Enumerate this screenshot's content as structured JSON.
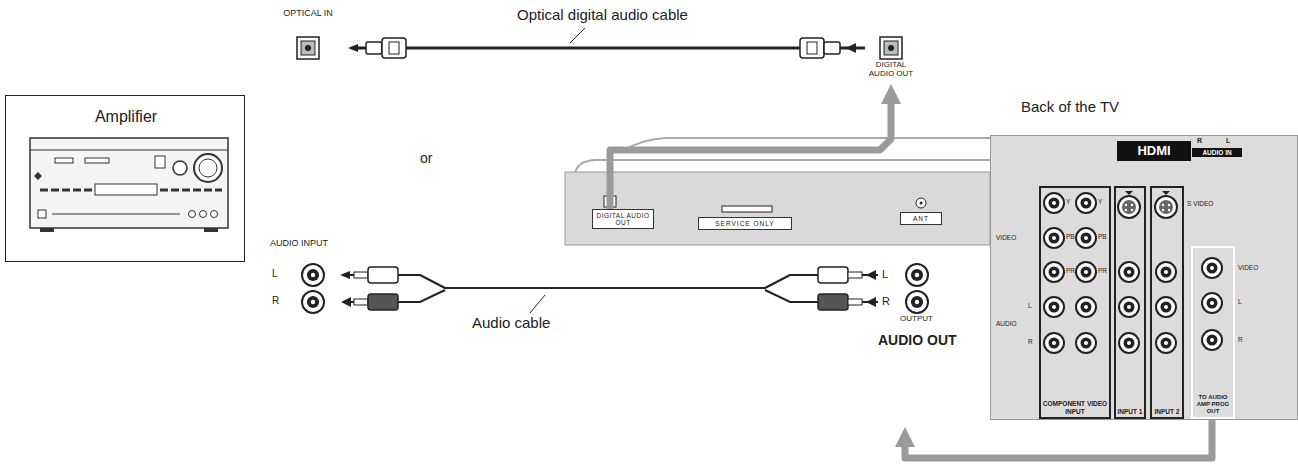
{
  "diagram": {
    "nodes": [
      {
        "text": [
          "Amplifier"
        ]
      },
      {
        "text": [
          "OPTICAL IN"
        ]
      },
      {
        "text": [
          "DIGITAL AUDIO OUT"
        ]
      },
      {
        "text": [
          "AUDIO INPUT",
          "L",
          "R"
        ]
      },
      {
        "text": [
          "L",
          "R",
          "OUTPUT",
          "AUDIO OUT"
        ]
      },
      {
        "text": [
          "Back of the TV"
        ]
      },
      {
        "text": [
          "HDMI"
        ],
        "in": 5
      },
      {
        "text": [
          "COMPONENT VIDEO INPUT"
        ],
        "in": 5
      },
      {
        "text": [
          "INPUT 1"
        ],
        "in": 5
      },
      {
        "text": [
          "INPUT 2"
        ],
        "in": 5
      },
      {
        "text": [
          "TO AUDIO AMP PROG OUT"
        ],
        "in": 5
      },
      {
        "text": [
          "DIGITAL AUDIO OUT"
        ]
      },
      {
        "text": [
          "SERVICE ONLY"
        ]
      },
      {
        "text": [
          "ANT"
        ]
      }
    ],
    "edges": [
      {
        "from": 2,
        "to": 1,
        "arrow": "to",
        "label": "Optical digital audio cable"
      },
      {
        "from": 4,
        "to": 3,
        "arrow": "to",
        "label": "Audio cable"
      },
      {
        "from": 11,
        "to": 2,
        "arrow": "to"
      },
      {
        "from": 10,
        "to": 4,
        "arrow": "to"
      }
    ],
    "labels": [
      "or",
      "R",
      "L",
      "AUDIO IN",
      "VIDEO",
      "Y",
      "PB",
      "PR",
      "Y",
      "PB",
      "PR",
      "AUDIO",
      "L",
      "R",
      "S VIDEO",
      "VIDEO",
      "L",
      "R"
    ]
  }
}
